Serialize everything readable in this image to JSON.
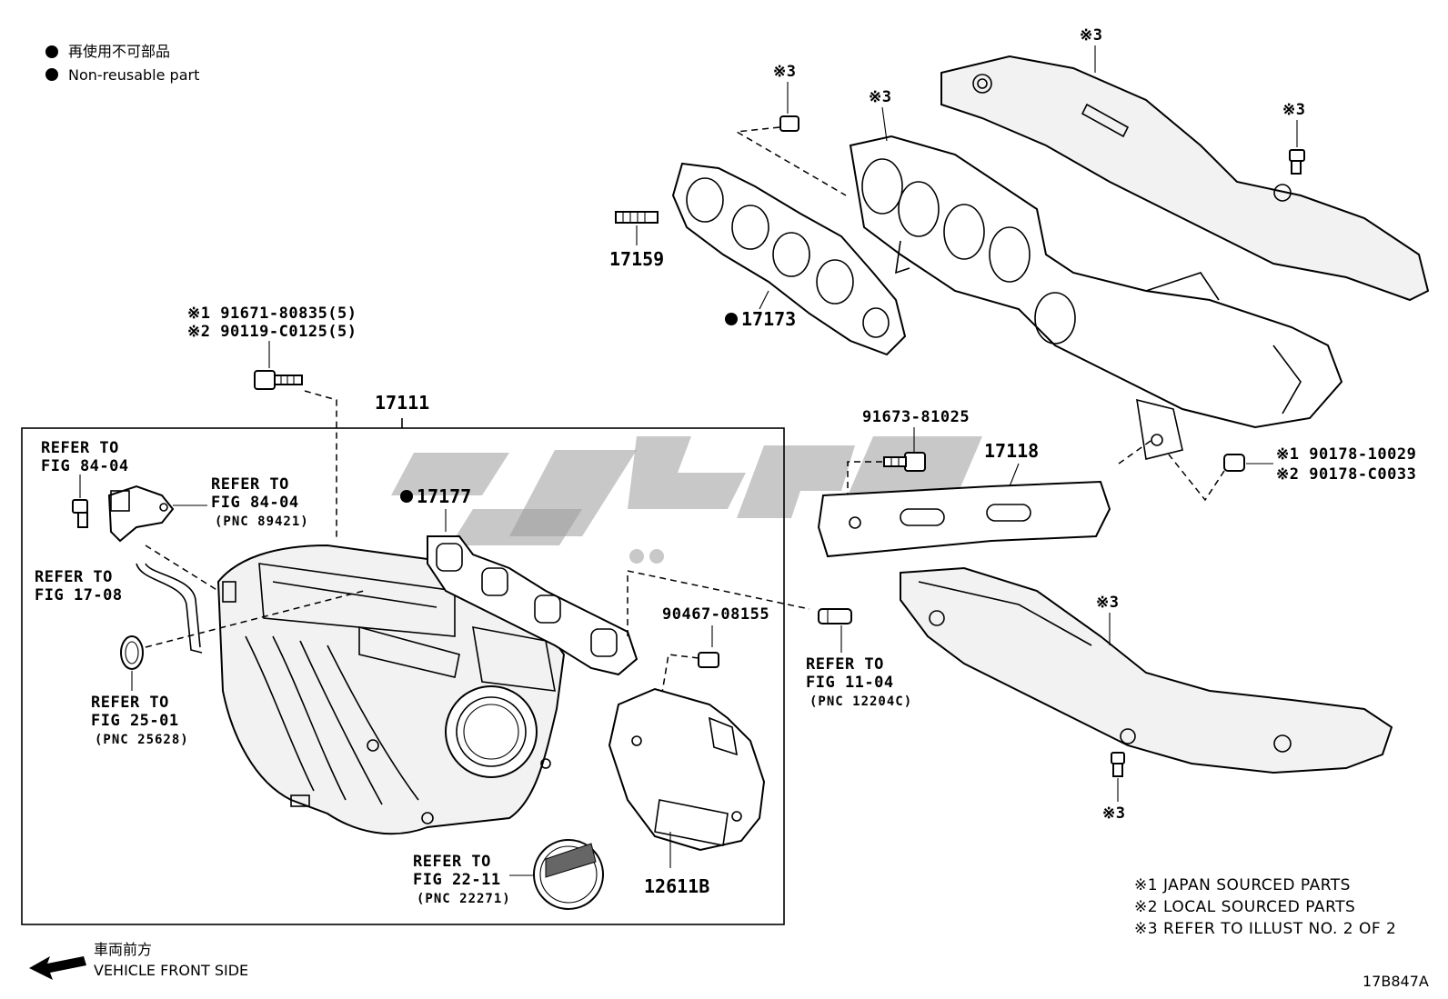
{
  "legend": {
    "symbol_note_jp": "再使用不可部品",
    "symbol_note_en": "Non-reusable part"
  },
  "parts": {
    "p17159": "17159",
    "p17173": "17173",
    "p17111": "17111",
    "p17177": "17177",
    "p17118": "17118",
    "p12611B": "12611B",
    "bolt_1": "※1 91671-80835(5)",
    "bolt_2": "※2 90119-C0125(5)",
    "bolt_91673": "91673-81025",
    "nut_1": "※1 90178-10029",
    "nut_2": "※2 90178-C0033",
    "plug_90467": "90467-08155"
  },
  "refers": {
    "sensor_a_l1": "REFER TO",
    "sensor_a_l2": "FIG 84-04",
    "sensor_b_l1": "REFER TO",
    "sensor_b_l2": "FIG 84-04",
    "sensor_b_pnc": "(PNC 89421)",
    "hose_l1": "REFER TO",
    "hose_l2": "FIG 17-08",
    "clamp_l1": "REFER TO",
    "clamp_l2": "FIG 25-01",
    "clamp_pnc": "(PNC 25628)",
    "filter_l1": "REFER TO",
    "filter_l2": "FIG 22-11",
    "filter_pnc": "(PNC 22271)",
    "pipe_l1": "REFER TO",
    "pipe_l2": "FIG 11-04",
    "pipe_pnc": "(PNC 12204C)"
  },
  "ref3_marks": [
    "※3",
    "※3",
    "※3",
    "※3",
    "※3",
    "※3"
  ],
  "footnotes": {
    "n1": "※1 JAPAN SOURCED PARTS",
    "n2": "※2 LOCAL SOURCED PARTS",
    "n3": "※3 REFER TO ILLUST NO. 2 OF 2"
  },
  "direction": {
    "jp": "車両前方",
    "en": "VEHICLE FRONT SIDE"
  },
  "illustration_id": "17B847A",
  "icons": [
    "non-reusable-dot-icon",
    "front-arrow-icon"
  ]
}
